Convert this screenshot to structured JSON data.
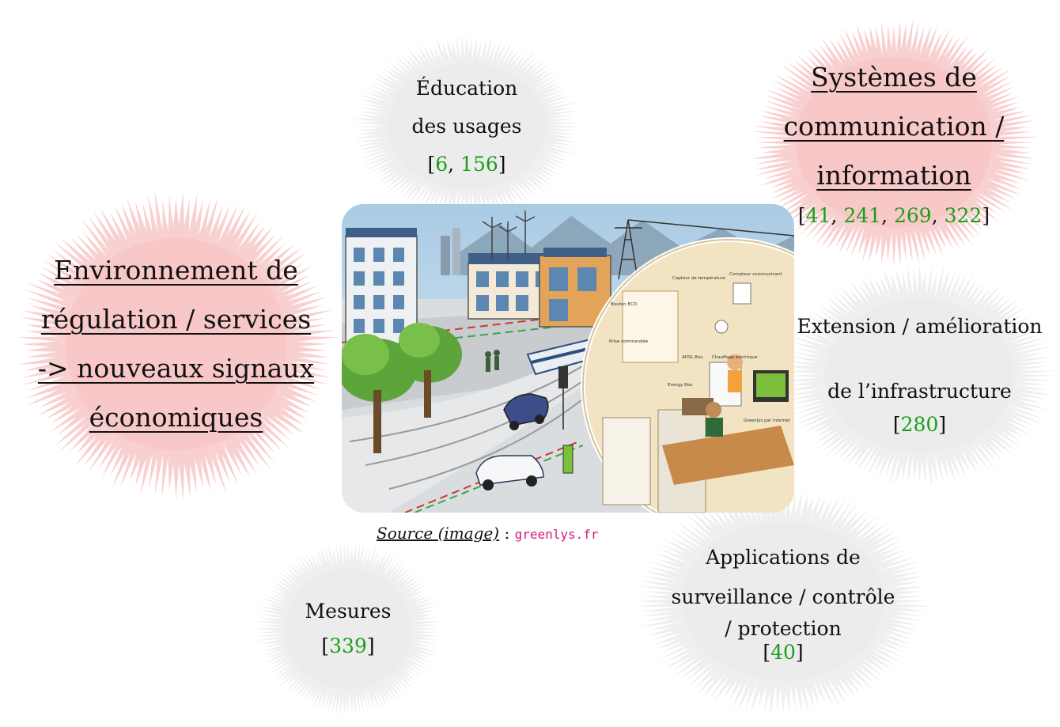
{
  "bursts": {
    "education": {
      "lines": [
        "Éducation",
        "des usages"
      ],
      "refs": [
        "6",
        "156"
      ],
      "color": "#ececec"
    },
    "systemes": {
      "lines": [
        "Systèmes de",
        "communication /",
        "information"
      ],
      "refs": [
        "41",
        "241",
        "269",
        "322"
      ],
      "color": "#f8c8c8"
    },
    "environnement": {
      "lines": [
        "Environnement de",
        "régulation / services",
        "-> nouveaux signaux",
        "économiques"
      ],
      "color": "#f8c8c8"
    },
    "extension": {
      "lines": [
        "Extension / amélioration",
        "de l’infrastructure"
      ],
      "refs": [
        "280"
      ],
      "color": "#ececec"
    },
    "mesures": {
      "lines": [
        "Mesures"
      ],
      "refs": [
        "339"
      ],
      "color": "#ececec"
    },
    "applications": {
      "lines": [
        "Applications de",
        "surveillance / contrôle",
        "/ protection"
      ],
      "refs": [
        "40"
      ],
      "color": "#ececec"
    }
  },
  "caption": {
    "source_label": "Source (image)",
    "separator": " : ",
    "url": "greenlys.fr"
  },
  "illustration_labels": {
    "bouton": "Bouton ECO",
    "capteur": "Capteur de température",
    "compteur": "Compteur communicant",
    "prise": "Prise commandée",
    "adsl": "ADSL Box",
    "chauffage": "Chauffage électrique",
    "energy": "Energy Box",
    "greenlys": "Greenlys par internet"
  },
  "colors": {
    "cite_green": "#1a9e1a",
    "url_magenta": "#d61a7f",
    "pink_burst": "#f8c8c8",
    "grey_burst": "#ececec"
  }
}
